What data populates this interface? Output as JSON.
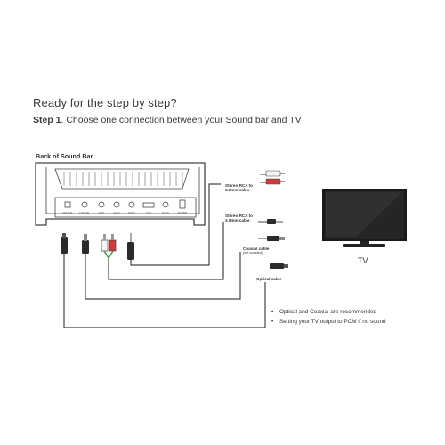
{
  "heading": "Ready for the step by step?",
  "step": {
    "number": "Step 1",
    "text": ". Choose one connection between your Sound bar and TV"
  },
  "soundbar_label": "Back of Sound Bar",
  "ports": [
    "OPTICAL",
    "COAXIAL",
    "AUX1",
    "AUX2",
    "BASS",
    "USB",
    "DC5V",
    "POWER"
  ],
  "cables": {
    "stereo_rca_35_a": "Stereo RCA to 3.5mm cable",
    "stereo_rca_35_b": "Stereo RCA to 3.5mm cable",
    "coaxial": "Coaxial cable",
    "coaxial_note": "(not included)",
    "optical": "Optical cable"
  },
  "tv_label": "TV",
  "notes": [
    "Optical and Coaxial are recommended",
    "Setting your TV output to PCM if no sound"
  ],
  "colors": {
    "line": "#444444",
    "rca_white": "#f4f4f4",
    "rca_red": "#d23a3a",
    "rca_green": "#3a9a4a",
    "tv_screen": "#1a1a1a"
  }
}
